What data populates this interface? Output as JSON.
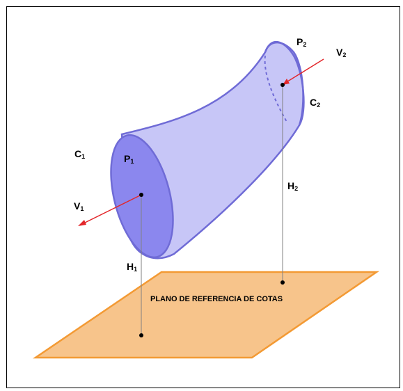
{
  "labels": {
    "c1_main": "C",
    "c1_sub": "1",
    "p1_main": "P",
    "p1_sub": "1",
    "v1_main": "V",
    "v1_sub": "1",
    "h1_main": "H",
    "h1_sub": "1",
    "p2_main": "P",
    "p2_sub": "2",
    "v2_main": "V",
    "v2_sub": "2",
    "c2_main": "C",
    "c2_sub": "2",
    "h2_main": "H",
    "h2_sub": "2",
    "plane": "PLANO DE REFERENCIA DE COTAS"
  },
  "colors": {
    "surface_fill": "#c7c6f7",
    "surface_stroke": "#6f6bd6",
    "section1_fill": "#8b87ee",
    "plane_fill": "#f7c48b",
    "plane_stroke": "#f39a34",
    "vector": "#e3262a",
    "projection": "#808080",
    "point": "#000000"
  }
}
